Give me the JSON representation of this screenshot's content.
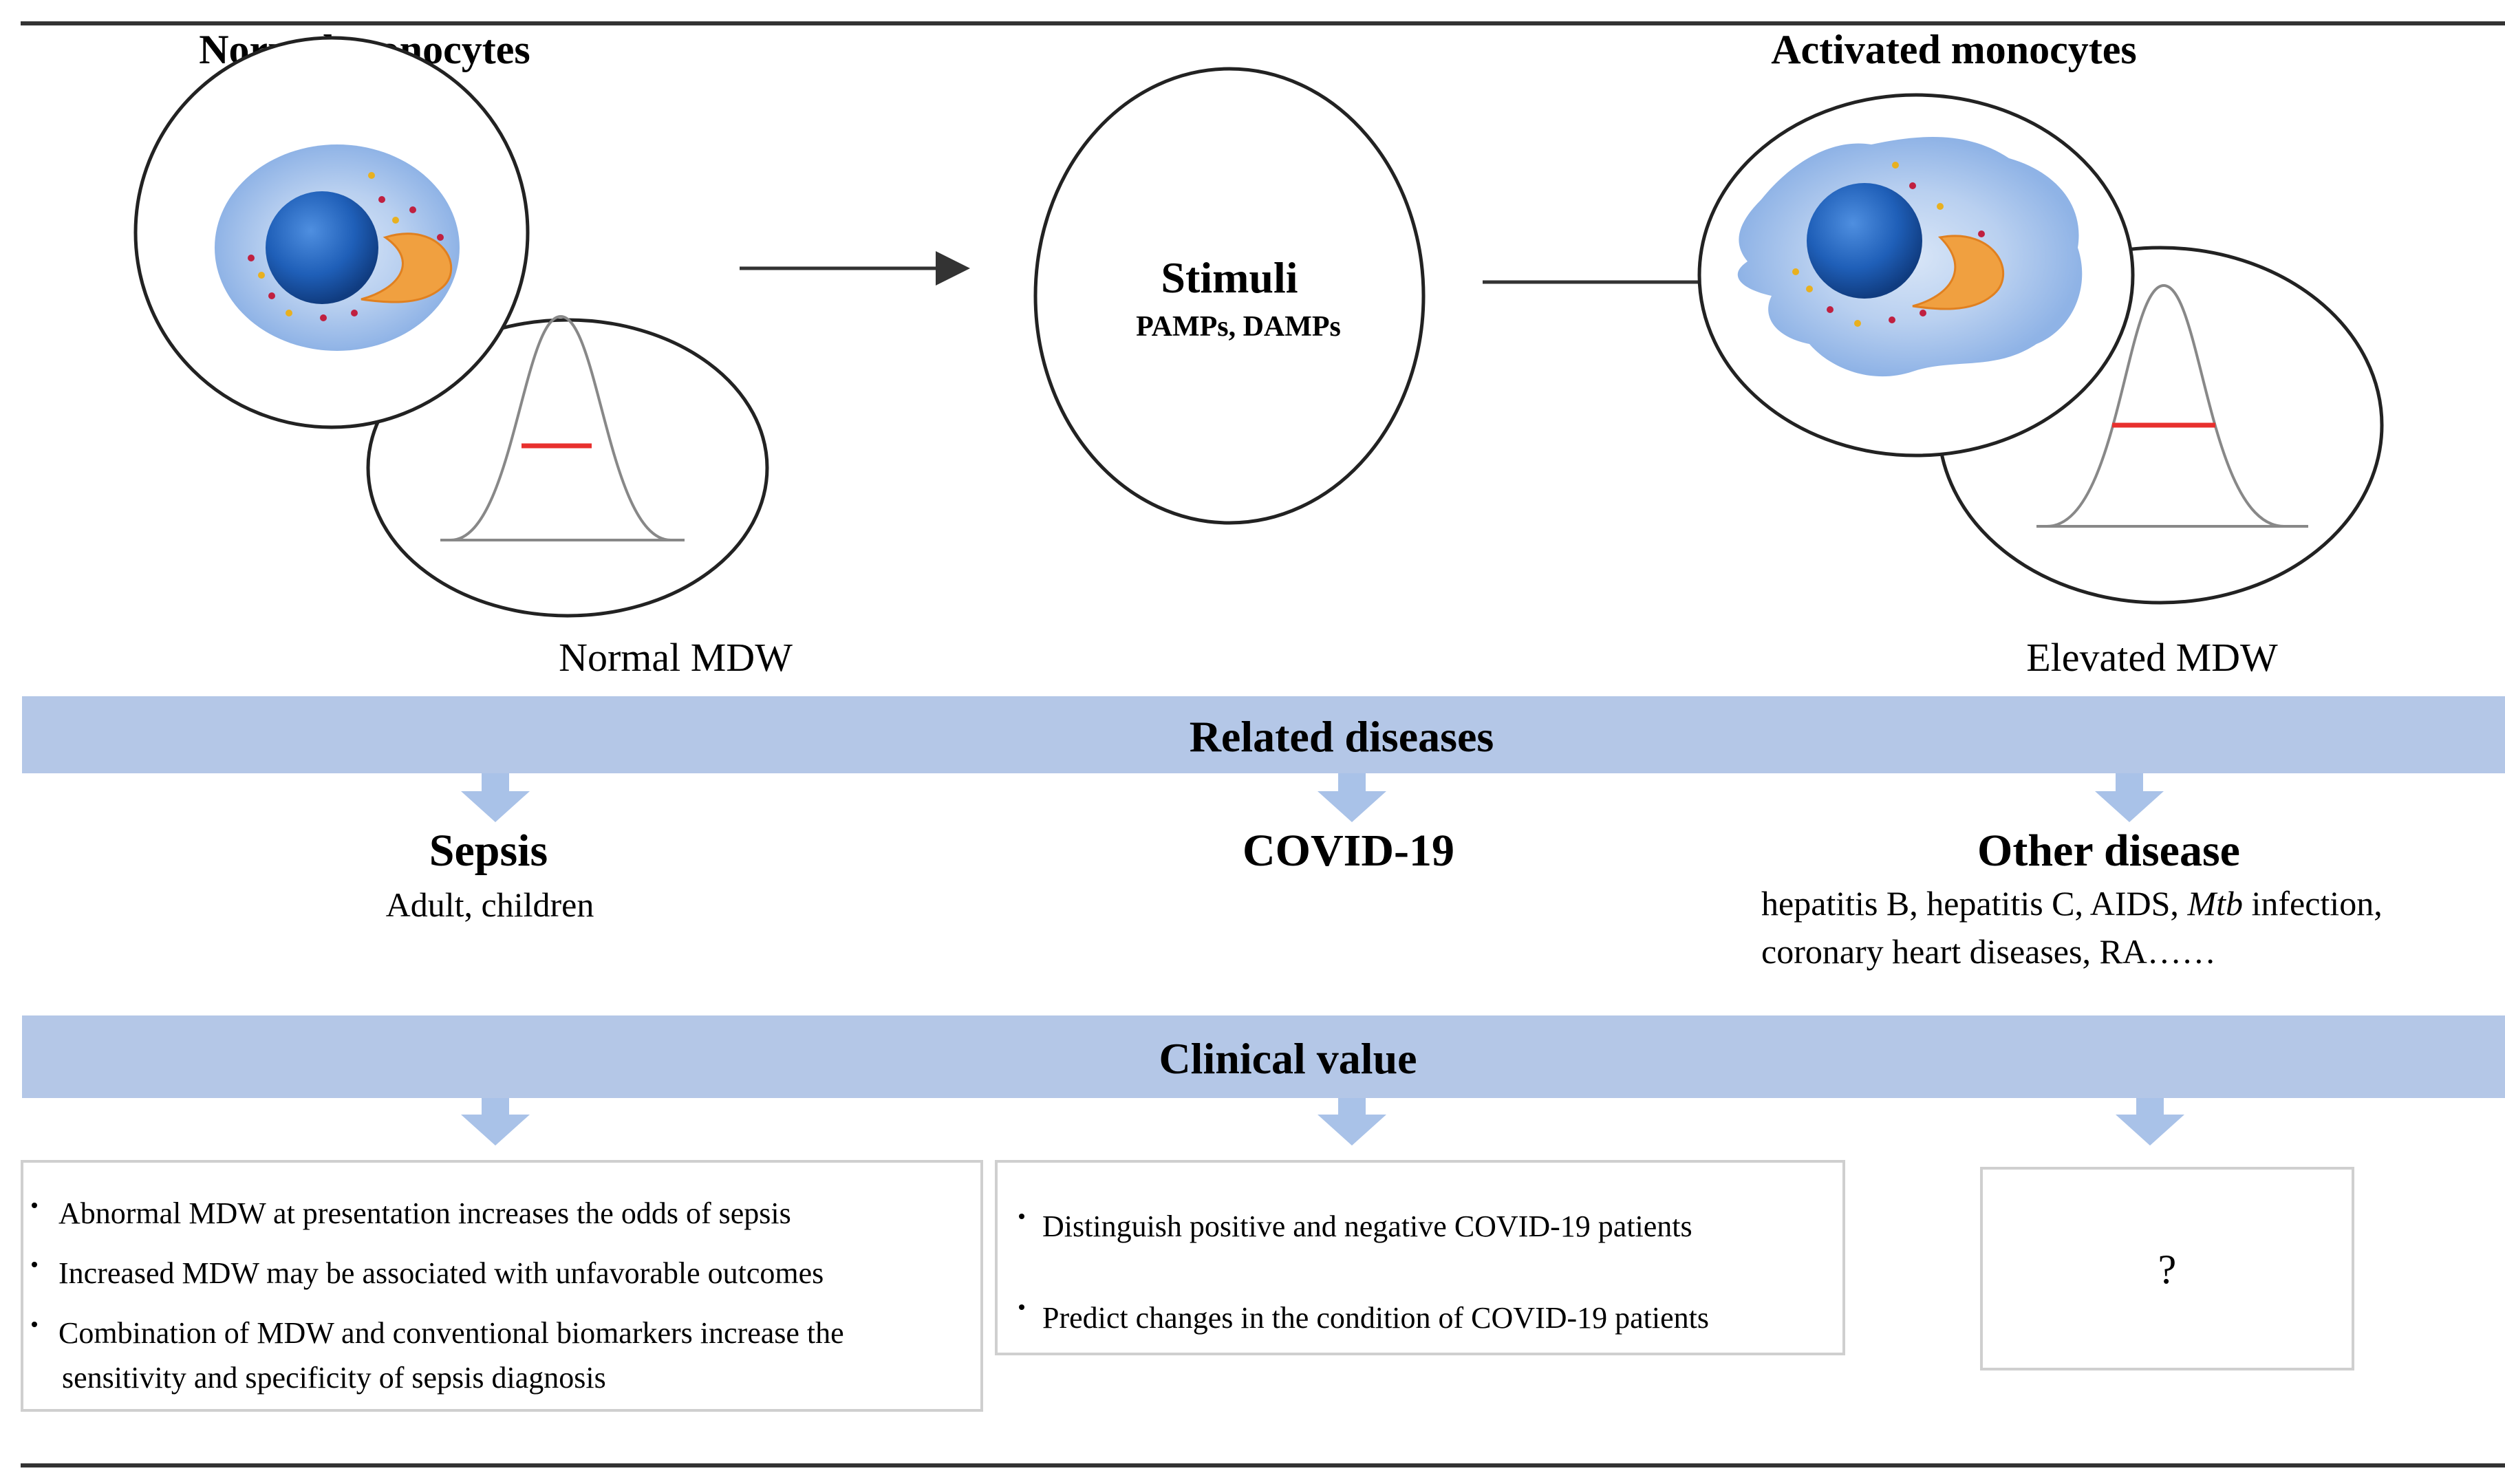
{
  "top": {
    "normal_title": "Normal monocytes",
    "activated_title": "Activated monocytes",
    "stimuli_title": "Stimuli",
    "stimuli_sub": "PAMPs, DAMPs",
    "normal_mdw": "Normal MDW",
    "elevated_mdw": "Elevated MDW"
  },
  "related": {
    "band_label": "Related diseases",
    "columns": [
      {
        "title": "Sepsis",
        "lines": [
          "Adult, children"
        ]
      },
      {
        "title": "COVID-19",
        "lines": []
      },
      {
        "title": "Other disease",
        "lines_rich": [
          [
            {
              "t": "hepatitis B, hepatitis C, AIDS, "
            },
            {
              "t": "Mtb",
              "i": true
            },
            {
              "t": " infection,"
            }
          ],
          [
            {
              "t": "coronary heart diseases, RA……"
            }
          ]
        ]
      }
    ]
  },
  "clinical": {
    "band_label": "Clinical value",
    "sepsis_bullets": [
      "Abnormal  MDW at presentation  increases  the  odds of sepsis",
      "Increased MDW may be associated with  unfavorable  outcomes",
      "Combination  of  MDW and  conventional  biomarkers  increase  the"
    ],
    "sepsis_continuation": "sensitivity  and specificity  of  sepsis  diagnosis",
    "covid_bullets": [
      "Distinguish  positive  and negative  COVID-19 patients",
      "Predict changes  in the condition  of COVID-19 patients"
    ],
    "other_value": "?"
  },
  "colors": {
    "band": "#b4c7e7",
    "arrow": "#a9c2e8",
    "cell_glow": "#8fb3e6",
    "nucleus": "#1f5fb8",
    "mitochondria": "#f0a040",
    "mdw_line": "#e8302e"
  }
}
